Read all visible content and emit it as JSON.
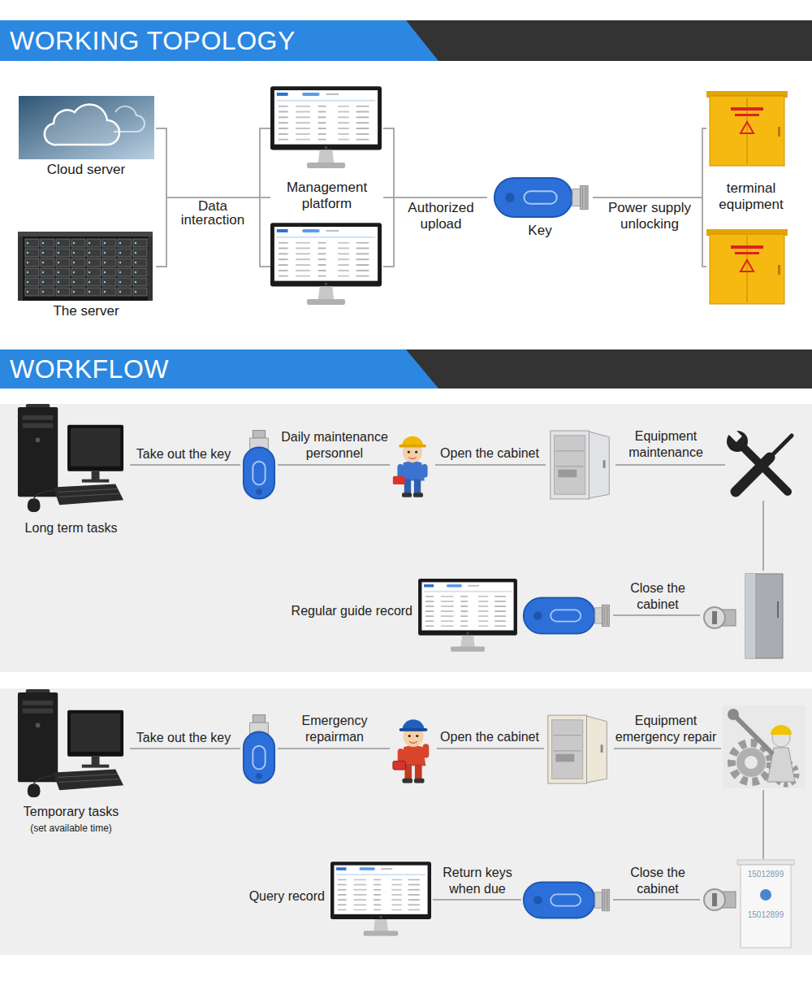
{
  "diagram": {
    "nodes": [
      {
        "text": [
          "WORKING TOPOLOGY"
        ]
      },
      {
        "text": [
          "Cloud server"
        ]
      },
      {
        "text": [
          "The server"
        ]
      },
      {
        "text": [
          "Management platform"
        ]
      },
      {
        "text": [
          "Key"
        ]
      },
      {
        "text": [
          "terminal equipment"
        ]
      },
      {
        "text": [
          "WORKFLOW"
        ]
      },
      {
        "text": [
          "Long term tasks"
        ]
      },
      {
        "text": []
      },
      {
        "text": []
      },
      {
        "text": []
      },
      {
        "text": []
      },
      {
        "text": []
      },
      {
        "text": []
      },
      {
        "text": [
          "Regular guide record"
        ]
      },
      {
        "text": [
          "Temporary tasks",
          "(set available time)"
        ]
      },
      {
        "text": []
      },
      {
        "text": []
      },
      {
        "text": []
      },
      {
        "text": []
      },
      {
        "text": []
      },
      {
        "text": []
      },
      {
        "text": [
          "Query record"
        ]
      }
    ],
    "edges": [
      {
        "from": 1,
        "to": 3,
        "label": "Data interaction",
        "arrow": "none"
      },
      {
        "from": 2,
        "to": 3,
        "arrow": "none"
      },
      {
        "from": 3,
        "to": 4,
        "label": "Authorized upload",
        "arrow": "none"
      },
      {
        "from": 4,
        "to": 5,
        "label": "Power supply unlocking",
        "arrow": "none"
      },
      {
        "from": 7,
        "to": 8,
        "label": "Take out the key",
        "arrow": "none"
      },
      {
        "from": 8,
        "to": 9,
        "label": "Daily maintenance personnel",
        "arrow": "none"
      },
      {
        "from": 9,
        "to": 10,
        "label": "Open the cabinet",
        "arrow": "none"
      },
      {
        "from": 10,
        "to": 11,
        "label": "Equipment maintenance",
        "arrow": "none"
      },
      {
        "from": 11,
        "to": 12,
        "arrow": "none"
      },
      {
        "from": 12,
        "to": 13,
        "label": "Close the cabinet",
        "arrow": "none"
      },
      {
        "from": 15,
        "to": 16,
        "label": "Take out the key",
        "arrow": "none"
      },
      {
        "from": 16,
        "to": 17,
        "label": "Emergency repairman",
        "arrow": "none"
      },
      {
        "from": 17,
        "to": 18,
        "label": "Open the cabinet",
        "arrow": "none"
      },
      {
        "from": 18,
        "to": 19,
        "label": "Equipment emergency repair",
        "arrow": "none"
      },
      {
        "from": 19,
        "to": 20,
        "arrow": "none"
      },
      {
        "from": 20,
        "to": 21,
        "label": "Close the cabinet",
        "arrow": "none"
      },
      {
        "from": 21,
        "to": 22,
        "label": "Return keys when due",
        "arrow": "none"
      }
    ],
    "labels": [
      "15012899",
      "15012899"
    ]
  }
}
